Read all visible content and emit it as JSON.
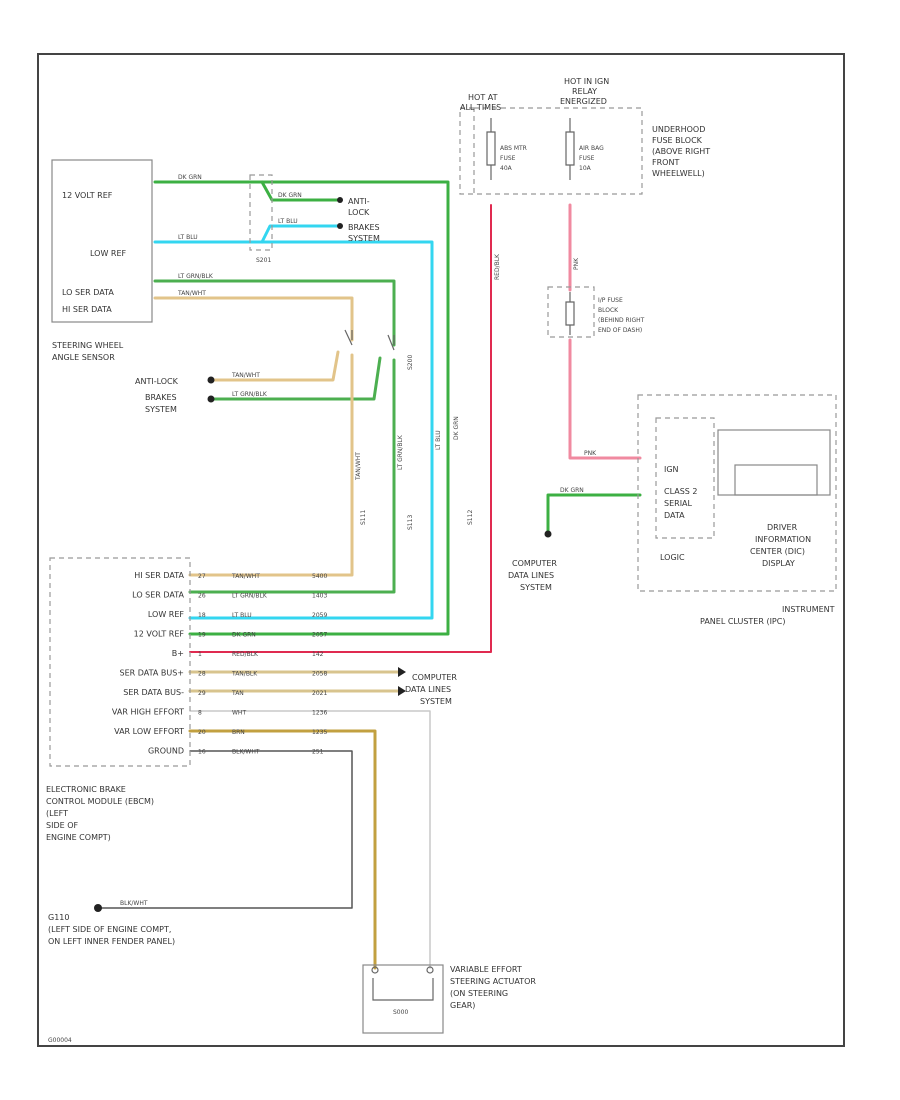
{
  "colors": {
    "dk_grn": "#3cb043",
    "lt_blu": "#33d6f0",
    "lt_grn": "#4caf50",
    "tan_wht": "#e2c48a",
    "tan": "#d8c48e",
    "red": "#e02a50",
    "pink": "#f08aa0",
    "wht": "#c8c8c8",
    "brn": "#c2a040",
    "blk": "#555555",
    "frame": "#444444"
  },
  "labels": {
    "hot_at_all_times": [
      "HOT AT",
      "ALL TIMES"
    ],
    "hot_relay": [
      "HOT IN IGN",
      "RELAY",
      "ENERGIZED"
    ],
    "underhood_fuse": [
      "UNDERHOOD",
      "FUSE BLOCK",
      "(ABOVE RIGHT",
      "FRONT",
      "WHEELWELL)"
    ],
    "abs_fuse": [
      "ABS MTR",
      "FUSE",
      "40A"
    ],
    "airbag_fuse": [
      "AIR BAG",
      "FUSE",
      "10A"
    ],
    "ip_fuse": [
      "I/P FUSE",
      "BLOCK",
      "(BEHIND RIGHT",
      "END OF DASH)"
    ],
    "sensor_pins": [
      "12 VOLT REF",
      "LOW REF",
      "LO SER DATA",
      "HI SER DATA"
    ],
    "sensor_name": [
      "STEERING WHEEL",
      "ANGLE SENSOR"
    ],
    "abs_sys": [
      "ANTI-",
      "LOCK",
      "BRAKES",
      "SYSTEM"
    ],
    "abs_sys2": [
      "ANTI-LOCK",
      "BRAKES",
      "SYSTEM"
    ],
    "sensor_wires": [
      "DK GRN",
      "LT BLU",
      "LT GRN/BLK",
      "TAN/WHT"
    ],
    "splice_wires": [
      "DK GRN",
      "LT BLU"
    ],
    "splice_id": "S201",
    "tan_wht_wire": "TAN/WHT",
    "lt_grn_blk_wire": "LT GRN/BLK",
    "vert_labels": [
      "TAN/WHT",
      "LT GRN/BLK",
      "LT BLU",
      "DK GRN",
      "RED/BLK",
      "PNK",
      "S200",
      "S113",
      "S112",
      "S111"
    ],
    "module_pins": [
      "HI SER DATA",
      "LO SER DATA",
      "LOW REF",
      "12 VOLT REF",
      "B+",
      "SER DATA BUS+",
      "SER DATA BUS-",
      "VAR HIGH EFFORT",
      "VAR LOW EFFORT",
      "GROUND"
    ],
    "module_pin_nums": [
      "27",
      "26",
      "18",
      "19",
      "1",
      "28",
      "29",
      "8",
      "20",
      "16"
    ],
    "module_wires": [
      "TAN/WHT",
      "LT GRN/BLK",
      "LT BLU",
      "DK GRN",
      "RED/BLK",
      "TAN/BLK",
      "TAN",
      "WHT",
      "BRN",
      "BLK/WHT"
    ],
    "module_circuits": [
      "5400",
      "1403",
      "2059",
      "2057",
      "142",
      "2058",
      "2021",
      "1236",
      "1235",
      "251"
    ],
    "module_name": [
      "ELECTRONIC BRAKE",
      "CONTROL MODULE (EBCM)",
      "(LEFT",
      "SIDE OF",
      "ENGINE COMPT)"
    ],
    "computer_lines_1": [
      "COMPUTER",
      "DATA LINES",
      "SYSTEM"
    ],
    "computer_lines_2": [
      "COMPUTER",
      "DATA LINES",
      "SYSTEM"
    ],
    "ground_id": "G110",
    "ground_wire": "BLK/WHT",
    "ground_loc": [
      "(LEFT SIDE OF ENGINE COMPT,",
      "ON LEFT INNER FENDER PANEL)"
    ],
    "actuator_name": [
      "VARIABLE EFFORT",
      "STEERING ACTUATOR",
      "(ON STEERING",
      "GEAR)"
    ],
    "actuator_id": "S000",
    "dic_pins": [
      "IGN",
      "CLASS 2",
      "SERIAL",
      "DATA"
    ],
    "dic_name": [
      "DRIVER",
      "INFORMATION",
      "CENTER (DIC)",
      "DISPLAY"
    ],
    "logic": "LOGIC",
    "ipc_name": [
      "INSTRUMENT",
      "PANEL CLUSTER (IPC)"
    ],
    "ipc_wires": [
      "PNK",
      "DK GRN"
    ],
    "diagram_id": "G00004"
  }
}
